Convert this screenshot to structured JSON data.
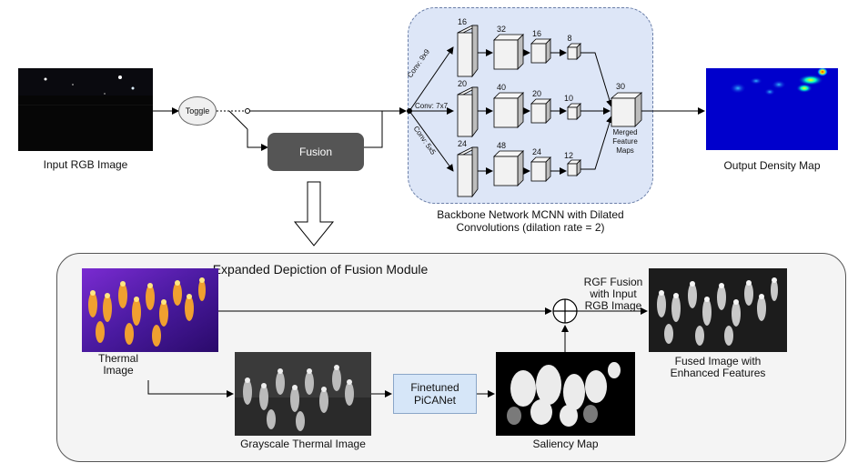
{
  "top": {
    "input_label": "Input RGB Image",
    "toggle_label": "Toggle",
    "fusion_label": "Fusion",
    "backbone_caption_line1": "Backbone Network MCNN with Dilated",
    "backbone_caption_line2": "Convolutions (dilation rate = 2)",
    "output_label": "Output Density Map",
    "merged_line1": "Merged",
    "merged_line2": "Feature",
    "merged_line3": "Maps",
    "merged_channels": "30",
    "conv_labels": [
      "Conv: 9x9",
      "Conv: 7x7",
      "Conv: 5x5"
    ],
    "branches": [
      {
        "channels": [
          "16",
          "32",
          "16",
          "8"
        ]
      },
      {
        "channels": [
          "20",
          "40",
          "20",
          "10"
        ]
      },
      {
        "channels": [
          "24",
          "48",
          "24",
          "12"
        ]
      }
    ]
  },
  "bottom": {
    "title": "Expanded Depiction of Fusion Module",
    "thermal_line1": "Thermal",
    "thermal_line2": "Image",
    "grayscale_label": "Grayscale Thermal Image",
    "picanet_line1": "Finetuned",
    "picanet_line2": "PiCANet",
    "saliency_label": "Saliency Map",
    "rgf_line1": "RGF Fusion",
    "rgf_line2": "with Input",
    "rgf_line3": "RGB Image",
    "fused_line1": "Fused Image with",
    "fused_line2": "Enhanced Features"
  },
  "colors": {
    "backbone_fill": "#dde6f7",
    "backbone_border": "#6b7fa8",
    "fusion_fill": "#555555",
    "picanet_fill": "#d6e6f8",
    "module_fill": "#f4f4f4",
    "density_bg": "#0000cc"
  }
}
